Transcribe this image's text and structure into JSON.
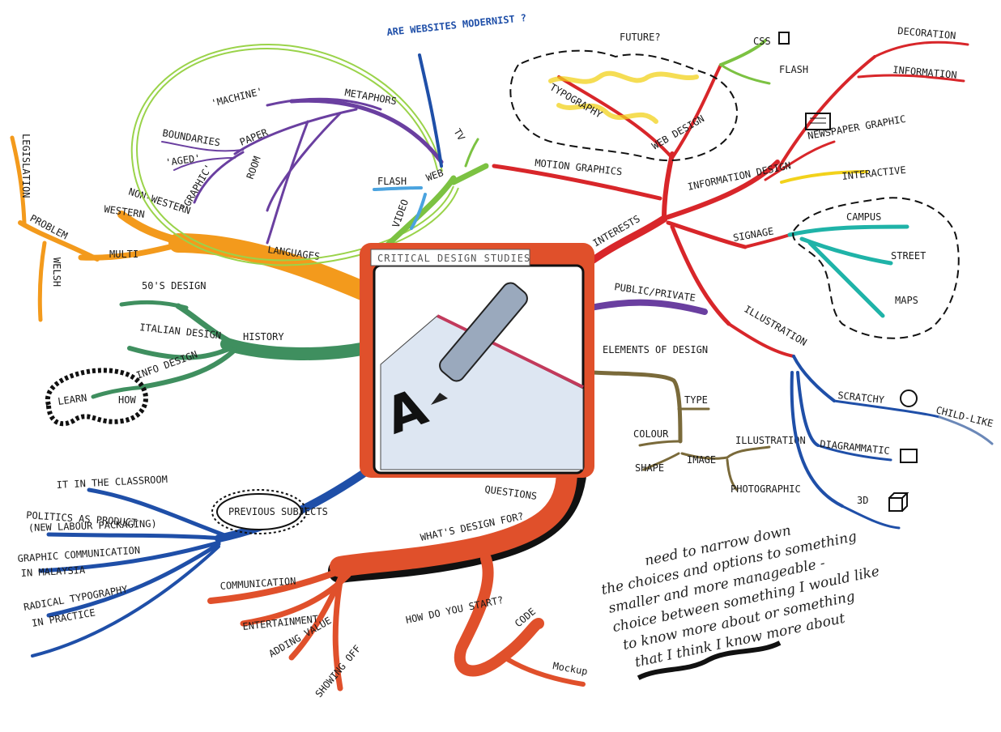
{
  "center": {
    "title": "CRITICAL DESIGN STUDIES",
    "glyph": "A",
    "illustration_icon": "pen-writing-on-paper-icon"
  },
  "branches": {
    "languages": {
      "label": "LANGUAGES",
      "color": "#f39a1c",
      "western": "WESTERN",
      "non_western": "NON-WESTERN",
      "multi": "MULTI",
      "problem": "PROBLEM",
      "legislation": "LEGISLATION",
      "welsh": "WELSH"
    },
    "metaphors": {
      "label": "METAPHORS",
      "color": "#6a3fa0",
      "machine": "'MACHINE'",
      "boundaries": "BOUNDARIES",
      "paper": "PAPER",
      "aged": "'AGED'",
      "graphic": "'GRAPHIC'",
      "room": "ROOM"
    },
    "web": {
      "label": "WEB",
      "flash": "FLASH",
      "video": "VIDEO",
      "tv": "TV",
      "question": "ARE WEBSITES MODERNIST ?",
      "color_green": "#7cc242",
      "color_blue": "#1f4fa8"
    },
    "history": {
      "label": "HISTORY",
      "color": "#3f8f5f",
      "fifties": "50'S DESIGN",
      "italian": "ITALIAN DESIGN",
      "info": "INFO DESIGN",
      "learn": "LEARN",
      "how": "HOW"
    },
    "interests": {
      "label": "INTERESTS",
      "color": "#d8262a",
      "future": "FUTURE?",
      "typography": "TYPOGRAPHY",
      "web_design": "WEB DESIGN",
      "css": "CSS",
      "flash": "FLASH",
      "motion": "MOTION GRAPHICS",
      "information_design": "INFORMATION DESIGN",
      "decoration": "DECORATION",
      "information": "INFORMATION",
      "newspaper": "NEWSPAPER GRAPHIC",
      "interactive": "INTERACTIVE",
      "signage": "SIGNAGE",
      "campus": "CAMPUS",
      "street": "STREET",
      "maps": "MAPS",
      "illustration": "ILLUSTRATION",
      "teal": "#1fb3a8",
      "yellow": "#f2d21b"
    },
    "public_private": {
      "label": "PUBLIC/PRIVATE",
      "color": "#6a3fa0"
    },
    "elements": {
      "label": "ELEMENTS OF DESIGN",
      "color": "#7a6a3a",
      "type": "TYPE",
      "colour": "COLOUR",
      "shape": "SHAPE",
      "image": "IMAGE",
      "illustration": "ILLUSTRATION",
      "photographic": "PHOTOGRAPHIC"
    },
    "illustration_styles": {
      "color": "#1f4fa8",
      "scratchy": "SCRATCHY",
      "childlike": "CHILD-LIKE",
      "diagrammatic": "DIAGRAMMATIC",
      "three_d": "3D"
    },
    "previous_subjects": {
      "label": "PREVIOUS SUBJECTS",
      "color": "#1f4fa8",
      "items": [
        "IT IN THE CLASSROOM",
        "POLITICS AS PRODUCT",
        "(NEW LABOUR PACKAGING)",
        "GRAPHIC COMMUNICATION",
        "IN MALAYSIA",
        "RADICAL TYPOGRAPHY",
        "IN PRACTICE"
      ]
    },
    "questions": {
      "label": "QUESTIONS",
      "color": "#e0502b",
      "whats_design_for": "WHAT'S DESIGN FOR?",
      "communication": "COMMUNICATION",
      "entertainment": "ENTERTAINMENT",
      "adding_value": "ADDING VALUE",
      "showing_off": "SHOWING OFF",
      "how_do_you_start": "HOW DO YOU START?",
      "code": "CODE",
      "mockup": "Mockup"
    }
  },
  "note": {
    "lines": [
      "need to narrow down",
      "the choices and options to something",
      "smaller and more manageable -",
      "choice between something I would like",
      "to know more about or something",
      "that I think I know more about"
    ]
  }
}
